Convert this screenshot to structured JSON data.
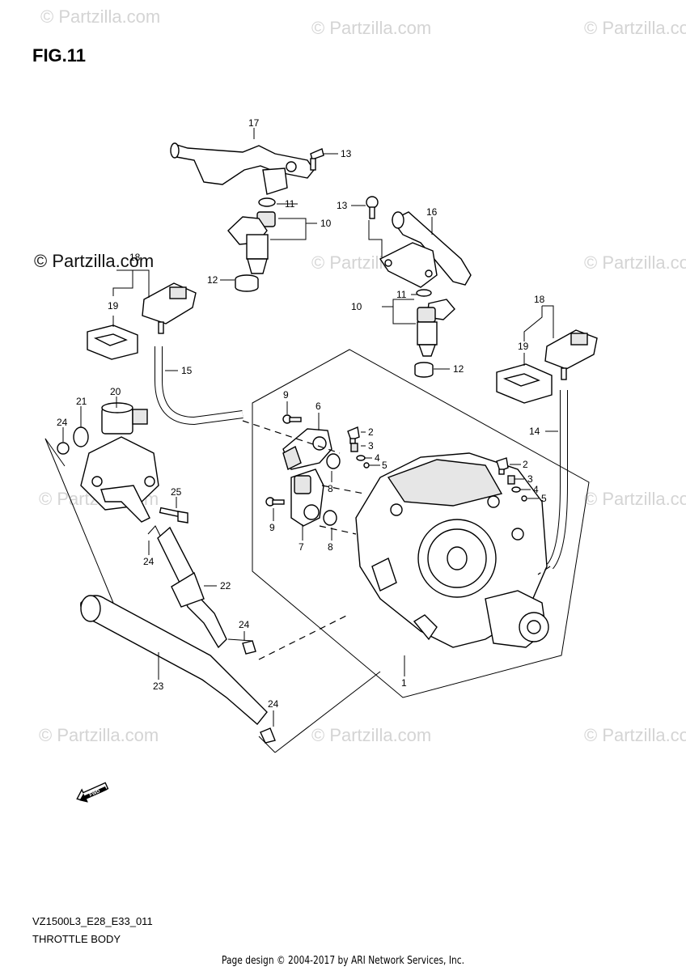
{
  "figure": {
    "title": "FIG.11",
    "model_code": "VZ1500L3_E28_E33_011",
    "caption": "THROTTLE BODY"
  },
  "watermarks": {
    "text": "© Partzilla.com",
    "prominent": "© Partzilla.com"
  },
  "callouts": {
    "c17": "17",
    "c13a": "13",
    "c11a": "11",
    "c10a": "10",
    "c12a": "12",
    "c13b": "13",
    "c16": "16",
    "c11b": "11",
    "c10b": "10",
    "c12b": "12",
    "c18a": "18",
    "c19a": "19",
    "c15": "15",
    "c18b": "18",
    "c19b": "19",
    "c14": "14",
    "c9a": "9",
    "c6": "6",
    "c2a": "2",
    "c3a": "3",
    "c4a": "4",
    "c5a": "5",
    "c2b": "2",
    "c3b": "3",
    "c4b": "4",
    "c5b": "5",
    "c9b": "9",
    "c7": "7",
    "c8a": "8",
    "c8b": "8",
    "c20": "20",
    "c21": "21",
    "c24a": "24",
    "c25": "25",
    "c24b": "24",
    "c22": "22",
    "c24c": "24",
    "c23": "23",
    "c1": "1",
    "c24d": "24"
  },
  "fwd_label": "FWD",
  "footer": "Page design © 2004-2017 by ARI Network Services, Inc."
}
